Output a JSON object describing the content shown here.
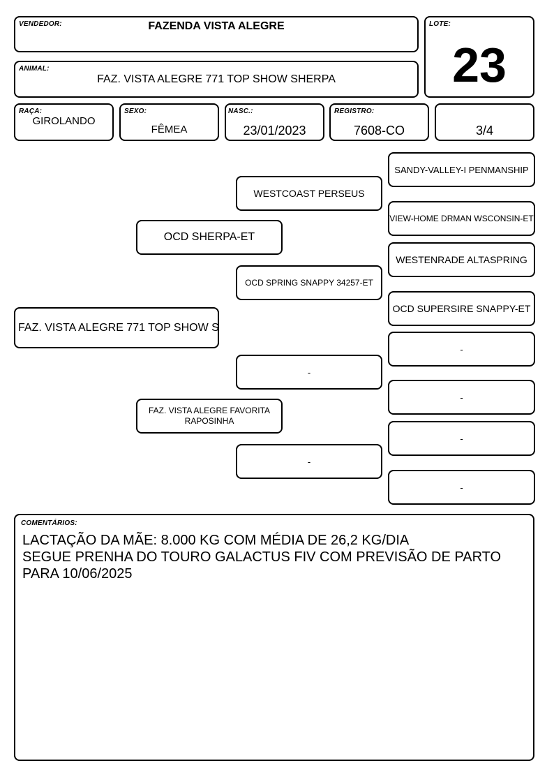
{
  "header": {
    "vendedor_label": "VENDEDOR:",
    "vendedor": "FAZENDA VISTA ALEGRE",
    "lote_label": "LOTE:",
    "lote": "23",
    "animal_label": "ANIMAL:",
    "animal": "FAZ. VISTA ALEGRE 771 TOP SHOW SHERPA"
  },
  "info": {
    "raca_label": "RAÇA:",
    "raca": "GIROLANDO",
    "sexo_label": "SEXO:",
    "sexo": "FÊMEA",
    "nasc_label": "NASC.:",
    "nasc": "23/01/2023",
    "registro_label": "REGISTRO:",
    "registro": "7608-CO",
    "grau": "3/4"
  },
  "pedigree": {
    "animal": "FAZ. VISTA ALEGRE 771 TOP SHOW S",
    "sire": "OCD SHERPA-ET",
    "dam": "FAZ. VISTA ALEGRE FAVORITA RAPOSINHA",
    "sire_sire": "WESTCOAST PERSEUS",
    "sire_dam": "OCD SPRING SNAPPY 34257-ET",
    "dam_sire": "-",
    "dam_dam": "-",
    "ggp": [
      "SANDY-VALLEY-I PENMANSHIP",
      "VIEW-HOME DRMAN WSCONSIN-ET",
      "WESTENRADE ALTASPRING",
      "OCD SUPERSIRE SNAPPY-ET",
      "-",
      "-",
      "-",
      "-"
    ]
  },
  "comments": {
    "label": "COMENTÁRIOS:",
    "text": "LACTAÇÃO DA MÃE: 8.000 KG COM MÉDIA DE 26,2 KG/DIA\nSEGUE PRENHA DO TOURO GALACTUS FIV COM PREVISÃO DE PARTO\nPARA 10/06/2025"
  }
}
